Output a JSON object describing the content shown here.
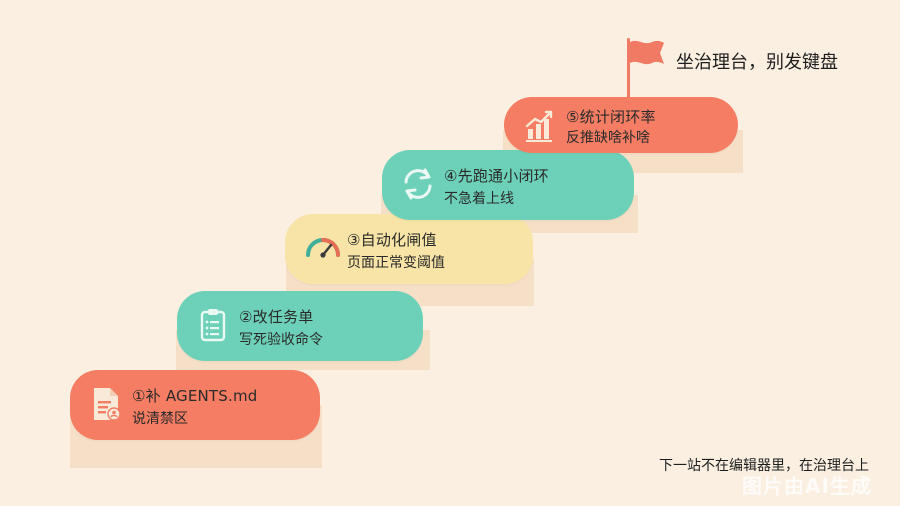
{
  "goal": {
    "text": "坐治理台，别发键盘",
    "icon": "flag-icon"
  },
  "steps": [
    {
      "number": "①",
      "line1": "①补 AGENTS.md",
      "line2": "说清禁区",
      "icon": "document-icon",
      "color": "#f47d63"
    },
    {
      "number": "②",
      "line1": "②改任务单",
      "line2": "写死验收命令",
      "icon": "clipboard-icon",
      "color": "#6dd1b9"
    },
    {
      "number": "③",
      "line1": "③自动化闸值",
      "line2": "页面正常变阈值",
      "icon": "gauge-icon",
      "color": "#f7e4a6"
    },
    {
      "number": "④",
      "line1": "④先跑通小闭环",
      "line2": "不急着上线",
      "icon": "refresh-icon",
      "color": "#6dd1b9"
    },
    {
      "number": "⑤",
      "line1": "⑤统计闭环率",
      "line2": "反推缺啥补啥",
      "icon": "bar-chart-icon",
      "color": "#f47d63"
    }
  ],
  "footer": {
    "text": "下一站不在编辑器里，在治理台上"
  },
  "watermark": {
    "text": "图片由AI生成"
  }
}
